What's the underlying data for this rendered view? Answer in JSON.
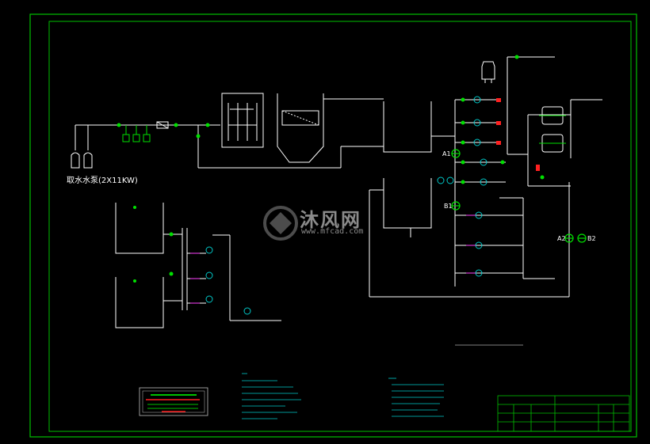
{
  "colors": {
    "frame": "#00c000",
    "pipe": "#ffffff",
    "valve": "#00e000",
    "pump": "#00c8c8",
    "accent": "#ff2020",
    "magenta": "#ff40ff",
    "watermark": "#8a8a8a"
  },
  "source": {
    "label": "取水水泵(2X11KW)"
  },
  "instruments": {
    "a1": "A1",
    "b1": "B1",
    "a2": "A2",
    "b2": "B2"
  },
  "watermark": {
    "brand": "沐风网",
    "url": "www.mfcad.com"
  },
  "icons": [
    "valve-icon",
    "pump-icon",
    "tank-icon",
    "filter-icon",
    "flow-meter-icon"
  ]
}
